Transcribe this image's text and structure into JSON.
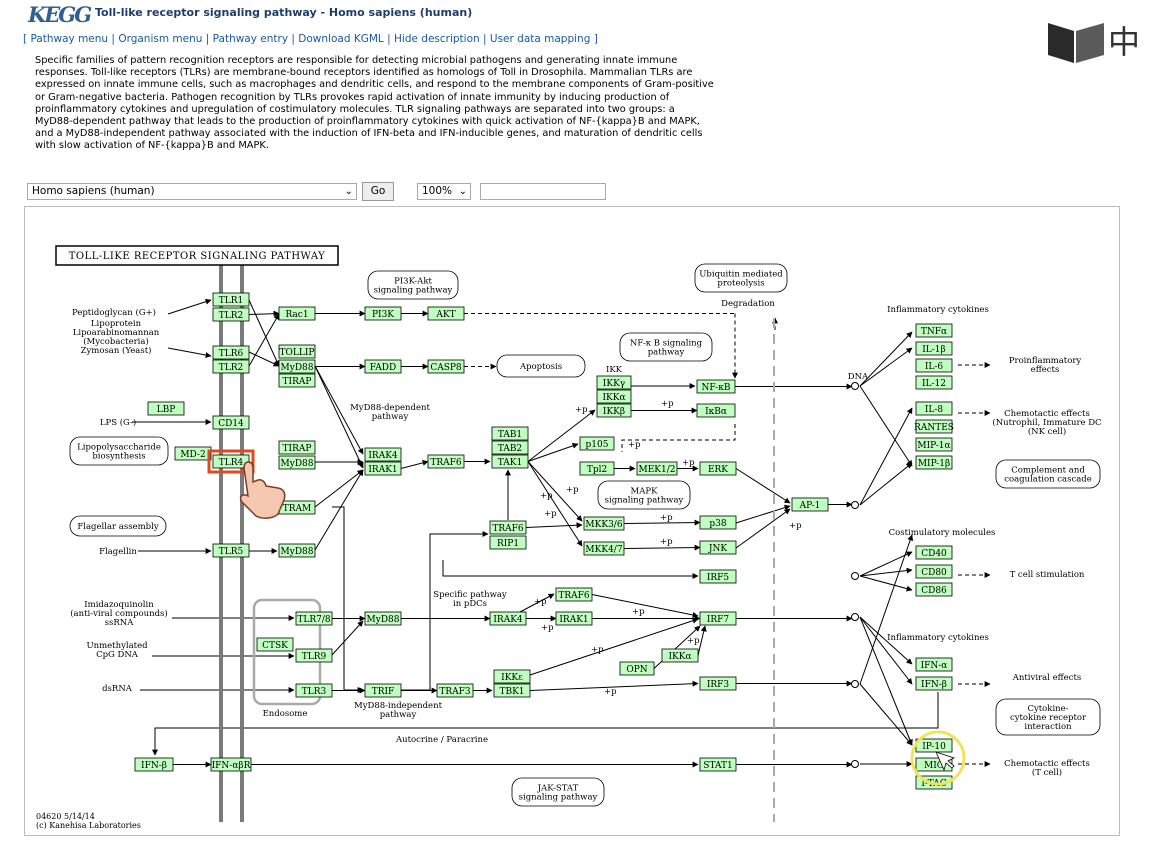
{
  "header": {
    "logo": "KEGG",
    "title": "Toll-like receptor signaling pathway - Homo sapiens (human)"
  },
  "menu": [
    "Pathway menu",
    "Organism menu",
    "Pathway entry",
    "Download KGML",
    "Hide description",
    "User data mapping"
  ],
  "description": "Specific families of pattern recognition receptors are responsible for detecting microbial pathogens and generating innate immune responses. Toll-like receptors (TLRs) are membrane-bound receptors identified as homologs of Toll in Drosophila. Mammalian TLRs are expressed on innate immune cells, such as macrophages and dendritic cells, and respond to the membrane components of Gram-positive or Gram-negative bacteria. Pathogen recognition by TLRs provokes rapid activation of innate immunity by inducing production of proinflammatory cytokines and upregulation of costimulatory molecules. TLR signaling pathways are separated into two groups: a MyD88-dependent pathway that leads to the production of proinflammatory cytokines with quick activation of NF-{kappa}B and MAPK, and a MyD88-independent pathway associated with the induction of IFN-beta and IFN-inducible genes, and maturation of dendritic cells with slow activation of NF-{kappa}B and MAPK.",
  "controls": {
    "organism": "Homo sapiens (human)",
    "go": "Go",
    "zoom": "100%"
  },
  "diagram": {
    "title": "TOLL-LIKE RECEPTOR SIGNALING PATHWAY",
    "footer": [
      "04620 5/14/14",
      "(c) Kanehisa Laboratories"
    ],
    "genes": [
      {
        "id": "TLR1",
        "label": "TLR1"
      },
      {
        "id": "TLR2a",
        "label": "TLR2"
      },
      {
        "id": "Rac1",
        "label": "Rac1"
      },
      {
        "id": "PI3K",
        "label": "PI3K"
      },
      {
        "id": "AKT",
        "label": "AKT"
      },
      {
        "id": "TLR6",
        "label": "TLR6"
      },
      {
        "id": "TLR2b",
        "label": "TLR2"
      },
      {
        "id": "TOLLIP",
        "label": "TOLLIP"
      },
      {
        "id": "MyD88a",
        "label": "MyD88"
      },
      {
        "id": "TIRAPa",
        "label": "TIRAP"
      },
      {
        "id": "FADD",
        "label": "FADD"
      },
      {
        "id": "CASP8",
        "label": "CASP8"
      },
      {
        "id": "LBP",
        "label": "LBP"
      },
      {
        "id": "CD14",
        "label": "CD14"
      },
      {
        "id": "MD2",
        "label": "MD-2"
      },
      {
        "id": "TLR4",
        "label": "TLR4"
      },
      {
        "id": "TIRAPb",
        "label": "TIRAP"
      },
      {
        "id": "MyD88b",
        "label": "MyD88"
      },
      {
        "id": "IRAK4a",
        "label": "IRAK4"
      },
      {
        "id": "IRAK1a",
        "label": "IRAK1"
      },
      {
        "id": "TRAF6a",
        "label": "TRAF6"
      },
      {
        "id": "TAB1",
        "label": "TAB1"
      },
      {
        "id": "TAB2",
        "label": "TAB2"
      },
      {
        "id": "TAK1",
        "label": "TAK1"
      },
      {
        "id": "IKKg",
        "label": "IKKγ"
      },
      {
        "id": "IKKa",
        "label": "IKKα"
      },
      {
        "id": "IKKb",
        "label": "IKKβ"
      },
      {
        "id": "NFkB",
        "label": "NF-κB"
      },
      {
        "id": "IkBa",
        "label": "IκBα"
      },
      {
        "id": "p105",
        "label": "p105"
      },
      {
        "id": "Tpl2",
        "label": "Tpl2"
      },
      {
        "id": "MEK12",
        "label": "MEK1/2"
      },
      {
        "id": "ERK",
        "label": "ERK"
      },
      {
        "id": "TRAM",
        "label": "TRAM"
      },
      {
        "id": "TRAF6b",
        "label": "TRAF6"
      },
      {
        "id": "RIP1",
        "label": "RIP1"
      },
      {
        "id": "MKK36",
        "label": "MKK3/6"
      },
      {
        "id": "p38",
        "label": "p38"
      },
      {
        "id": "MKK47",
        "label": "MKK4/7"
      },
      {
        "id": "JNK",
        "label": "JNK"
      },
      {
        "id": "AP1",
        "label": "AP-1"
      },
      {
        "id": "TLR5",
        "label": "TLR5"
      },
      {
        "id": "MyD88c",
        "label": "MyD88"
      },
      {
        "id": "IRF5",
        "label": "IRF5"
      },
      {
        "id": "TLR78",
        "label": "TLR7/8"
      },
      {
        "id": "MyD88d",
        "label": "MyD88"
      },
      {
        "id": "IRAK4b",
        "label": "IRAK4"
      },
      {
        "id": "IRAK1b",
        "label": "IRAK1"
      },
      {
        "id": "TRAF6c",
        "label": "TRAF6"
      },
      {
        "id": "IRF7",
        "label": "IRF7"
      },
      {
        "id": "CTSK",
        "label": "CTSK"
      },
      {
        "id": "TLR9",
        "label": "TLR9"
      },
      {
        "id": "IKKa2",
        "label": "IKKα"
      },
      {
        "id": "OPN",
        "label": "OPN"
      },
      {
        "id": "TLR3",
        "label": "TLR3"
      },
      {
        "id": "TRIF",
        "label": "TRIF"
      },
      {
        "id": "TRAF3",
        "label": "TRAF3"
      },
      {
        "id": "IKKe",
        "label": "IKKε"
      },
      {
        "id": "TBK1",
        "label": "TBK1"
      },
      {
        "id": "IRF3",
        "label": "IRF3"
      },
      {
        "id": "IFNb",
        "label": "IFN-β"
      },
      {
        "id": "IFNabR",
        "label": "IFN-αβR"
      },
      {
        "id": "STAT1",
        "label": "STAT1"
      },
      {
        "id": "TNFa",
        "label": "TNFα"
      },
      {
        "id": "IL1b",
        "label": "IL-1β"
      },
      {
        "id": "IL6",
        "label": "IL-6"
      },
      {
        "id": "IL12",
        "label": "IL-12"
      },
      {
        "id": "IL8",
        "label": "IL-8"
      },
      {
        "id": "RANTES",
        "label": "RANTES"
      },
      {
        "id": "MIP1a",
        "label": "MIP-1α"
      },
      {
        "id": "MIP1b",
        "label": "MIP-1β"
      },
      {
        "id": "CD40",
        "label": "CD40"
      },
      {
        "id": "CD80",
        "label": "CD80"
      },
      {
        "id": "CD86",
        "label": "CD86"
      },
      {
        "id": "IFNa",
        "label": "IFN-α"
      },
      {
        "id": "IFNb2",
        "label": "IFN-β"
      },
      {
        "id": "IP10",
        "label": "IP-10"
      },
      {
        "id": "MIG",
        "label": "MIG"
      },
      {
        "id": "ITAC",
        "label": "I-TAC"
      }
    ],
    "maps": [
      {
        "id": "pi3k_map",
        "lines": [
          "PI3K-Akt",
          "signaling pathway"
        ]
      },
      {
        "id": "ub_map",
        "lines": [
          "Ubiquitin mediated",
          "proteolysis"
        ]
      },
      {
        "id": "nfkb_map",
        "lines": [
          "NF-κ B signaling",
          "pathway"
        ]
      },
      {
        "id": "apop_map",
        "lines": [
          "Apoptosis"
        ]
      },
      {
        "id": "lps_map",
        "lines": [
          "Lipopolysaccharide",
          "biosynthesis"
        ]
      },
      {
        "id": "mapk_map",
        "lines": [
          "MAPK",
          "signaling pathway"
        ]
      },
      {
        "id": "flag_map",
        "lines": [
          "Flagellar assembly"
        ]
      },
      {
        "id": "compl_map",
        "lines": [
          "Complement and",
          "coagulation cascade"
        ]
      },
      {
        "id": "cyto_map",
        "lines": [
          "Cytokine-",
          "cytokine receptor",
          "interaction"
        ]
      },
      {
        "id": "jak_map",
        "lines": [
          "JAK-STAT",
          "signaling pathway"
        ]
      }
    ],
    "labels": [
      {
        "id": "pepti",
        "lines": [
          "Peptidoglycan (G+)"
        ]
      },
      {
        "id": "lipoprot",
        "lines": [
          "Lipoprotein",
          "Lipoarabinomannan",
          "(Mycobacteria)",
          "Zymosan (Yeast)"
        ]
      },
      {
        "id": "lps",
        "lines": [
          "LPS (G-)"
        ]
      },
      {
        "id": "flagellin",
        "lines": [
          "Flagellin"
        ]
      },
      {
        "id": "imid",
        "lines": [
          "Imidazoquinolin",
          "(anti-viral compounds)",
          "ssRNA"
        ]
      },
      {
        "id": "cpg",
        "lines": [
          "Unmethylated",
          "CpG DNA"
        ]
      },
      {
        "id": "dsrna",
        "lines": [
          "dsRNA"
        ]
      },
      {
        "id": "endosome",
        "lines": [
          "Endosome"
        ]
      },
      {
        "id": "myd_dep",
        "lines": [
          "MyD88-dependent",
          "pathway"
        ]
      },
      {
        "id": "myd_indep",
        "lines": [
          "MyD88-independent",
          "pathway"
        ]
      },
      {
        "id": "specific",
        "lines": [
          "Specific pathway",
          "in pDCs"
        ]
      },
      {
        "id": "degrad",
        "lines": [
          "Degradation"
        ]
      },
      {
        "id": "ikk",
        "lines": [
          "IKK"
        ]
      },
      {
        "id": "dna",
        "lines": [
          "DNA"
        ]
      },
      {
        "id": "autocrine",
        "lines": [
          "Autocrine / Paracrine"
        ]
      },
      {
        "id": "inflam1",
        "lines": [
          "Inflammatory cytokines"
        ]
      },
      {
        "id": "proinflam",
        "lines": [
          "Proinflammatory",
          "effects"
        ]
      },
      {
        "id": "chemo1",
        "lines": [
          "Chemotactic effects",
          "(Nutrophil, Immature DC",
          "(NK cell)"
        ]
      },
      {
        "id": "costim",
        "lines": [
          "Costimulatory molecules"
        ]
      },
      {
        "id": "tcell",
        "lines": [
          "T cell stimulation"
        ]
      },
      {
        "id": "inflam2",
        "lines": [
          "Inflammatory cytokines"
        ]
      },
      {
        "id": "antiviral",
        "lines": [
          "Antiviral effects"
        ]
      },
      {
        "id": "chemo2",
        "lines": [
          "Chemotactic effects",
          "(T cell)"
        ]
      }
    ],
    "plus": "+p",
    "colors": {
      "gene_fill": "#bfffbf",
      "highlight": "#e04a1a",
      "ring": "#f3e35a",
      "membrane": "#7a7a7a"
    }
  }
}
